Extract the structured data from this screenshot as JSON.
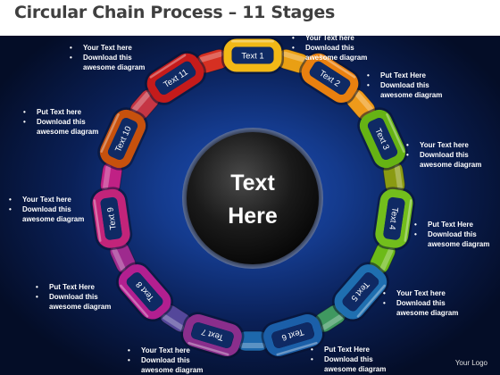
{
  "title": "Circular Chain Process – 11 Stages",
  "center_text": [
    "Text",
    "Here"
  ],
  "logo": "Your Logo",
  "colors": {
    "background_inner": "#1d4fb8",
    "background_outer": "#040d27",
    "center_disc": "#1a1a1a"
  },
  "stages": [
    {
      "label": "Text 1",
      "color": "#f2b816"
    },
    {
      "label": "Text 2",
      "color": "#e9800f"
    },
    {
      "label": "Text 3",
      "color": "#66b314"
    },
    {
      "label": "Text 4",
      "color": "#72be1c"
    },
    {
      "label": "Text 5",
      "color": "#1f6fb0"
    },
    {
      "label": "Text 6",
      "color": "#1b5fa8"
    },
    {
      "label": "Text 7",
      "color": "#8a2e8c"
    },
    {
      "label": "Text 8",
      "color": "#b21f90"
    },
    {
      "label": "Text 9",
      "color": "#c2247a"
    },
    {
      "label": "Text 10",
      "color": "#c7510d"
    },
    {
      "label": "Text 11",
      "color": "#c51b1b"
    }
  ],
  "connectors": [
    "#e99f14",
    "#ef9a1a",
    "#8a9a12",
    "#6cba18",
    "#3f9860",
    "#1d68ac",
    "#54479a",
    "#9e2a8e",
    "#c02185",
    "#c53544",
    "#d63022"
  ],
  "notes": [
    {
      "lines": [
        "Your Text here",
        "Download this",
        "awesome diagram"
      ]
    },
    {
      "lines": [
        "Put Text Here",
        "Download this",
        "awesome diagram"
      ]
    },
    {
      "lines": [
        "Your Text here",
        "Download this",
        "awesome diagram"
      ]
    },
    {
      "lines": [
        "Put Text Here",
        "Download this",
        "awesome diagram"
      ]
    },
    {
      "lines": [
        "Your Text here",
        "Download this",
        "awesome diagram"
      ]
    },
    {
      "lines": [
        "Put Text Here",
        "Download this",
        "awesome diagram"
      ]
    },
    {
      "lines": [
        "Your Text here",
        "Download this",
        "awesome diagram"
      ]
    },
    {
      "lines": [
        "Put Text Here",
        "Download this",
        "awesome diagram"
      ]
    },
    {
      "lines": [
        "Your Text here",
        "Download this",
        "awesome diagram"
      ]
    },
    {
      "lines": [
        "Put Text here",
        "Download this",
        "awesome diagram"
      ]
    },
    {
      "lines": [
        "Your Text here",
        "Download this",
        "awesome diagram"
      ]
    }
  ]
}
